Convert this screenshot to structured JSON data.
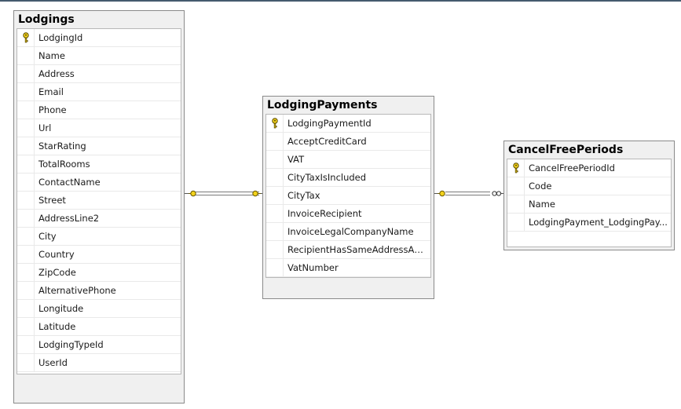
{
  "tables": [
    {
      "title": "Lodgings",
      "columns": [
        {
          "name": "LodgingId",
          "key": true
        },
        {
          "name": "Name",
          "key": false
        },
        {
          "name": "Address",
          "key": false
        },
        {
          "name": "Email",
          "key": false
        },
        {
          "name": "Phone",
          "key": false
        },
        {
          "name": "Url",
          "key": false
        },
        {
          "name": "StarRating",
          "key": false
        },
        {
          "name": "TotalRooms",
          "key": false
        },
        {
          "name": "ContactName",
          "key": false
        },
        {
          "name": "Street",
          "key": false
        },
        {
          "name": "AddressLine2",
          "key": false
        },
        {
          "name": "City",
          "key": false
        },
        {
          "name": "Country",
          "key": false
        },
        {
          "name": "ZipCode",
          "key": false
        },
        {
          "name": "AlternativePhone",
          "key": false
        },
        {
          "name": "Longitude",
          "key": false
        },
        {
          "name": "Latitude",
          "key": false
        },
        {
          "name": "LodgingTypeId",
          "key": false
        },
        {
          "name": "UserId",
          "key": false
        }
      ]
    },
    {
      "title": "LodgingPayments",
      "columns": [
        {
          "name": "LodgingPaymentId",
          "key": true
        },
        {
          "name": "AcceptCreditCard",
          "key": false
        },
        {
          "name": "VAT",
          "key": false
        },
        {
          "name": "CityTaxIsIncluded",
          "key": false
        },
        {
          "name": "CityTax",
          "key": false
        },
        {
          "name": "InvoiceRecipient",
          "key": false
        },
        {
          "name": "InvoiceLegalCompanyName",
          "key": false
        },
        {
          "name": "RecipientHasSameAddressAsLo...",
          "key": false
        },
        {
          "name": "VatNumber",
          "key": false
        }
      ]
    },
    {
      "title": "CancelFreePeriods",
      "columns": [
        {
          "name": "CancelFreePeriodId",
          "key": true
        },
        {
          "name": "Code",
          "key": false
        },
        {
          "name": "Name",
          "key": false
        },
        {
          "name": "LodgingPayment_LodgingPay...",
          "key": false
        }
      ]
    }
  ],
  "relationships": [
    {
      "from": "Lodgings",
      "to": "LodgingPayments",
      "from_end": "key",
      "to_end": "key"
    },
    {
      "from": "LodgingPayments",
      "to": "CancelFreePeriods",
      "from_end": "key",
      "to_end": "many"
    }
  ],
  "colors": {
    "key_icon": "#f2d21c",
    "connector": "#7a7a7a",
    "title_bar": "#f0f0f0"
  }
}
